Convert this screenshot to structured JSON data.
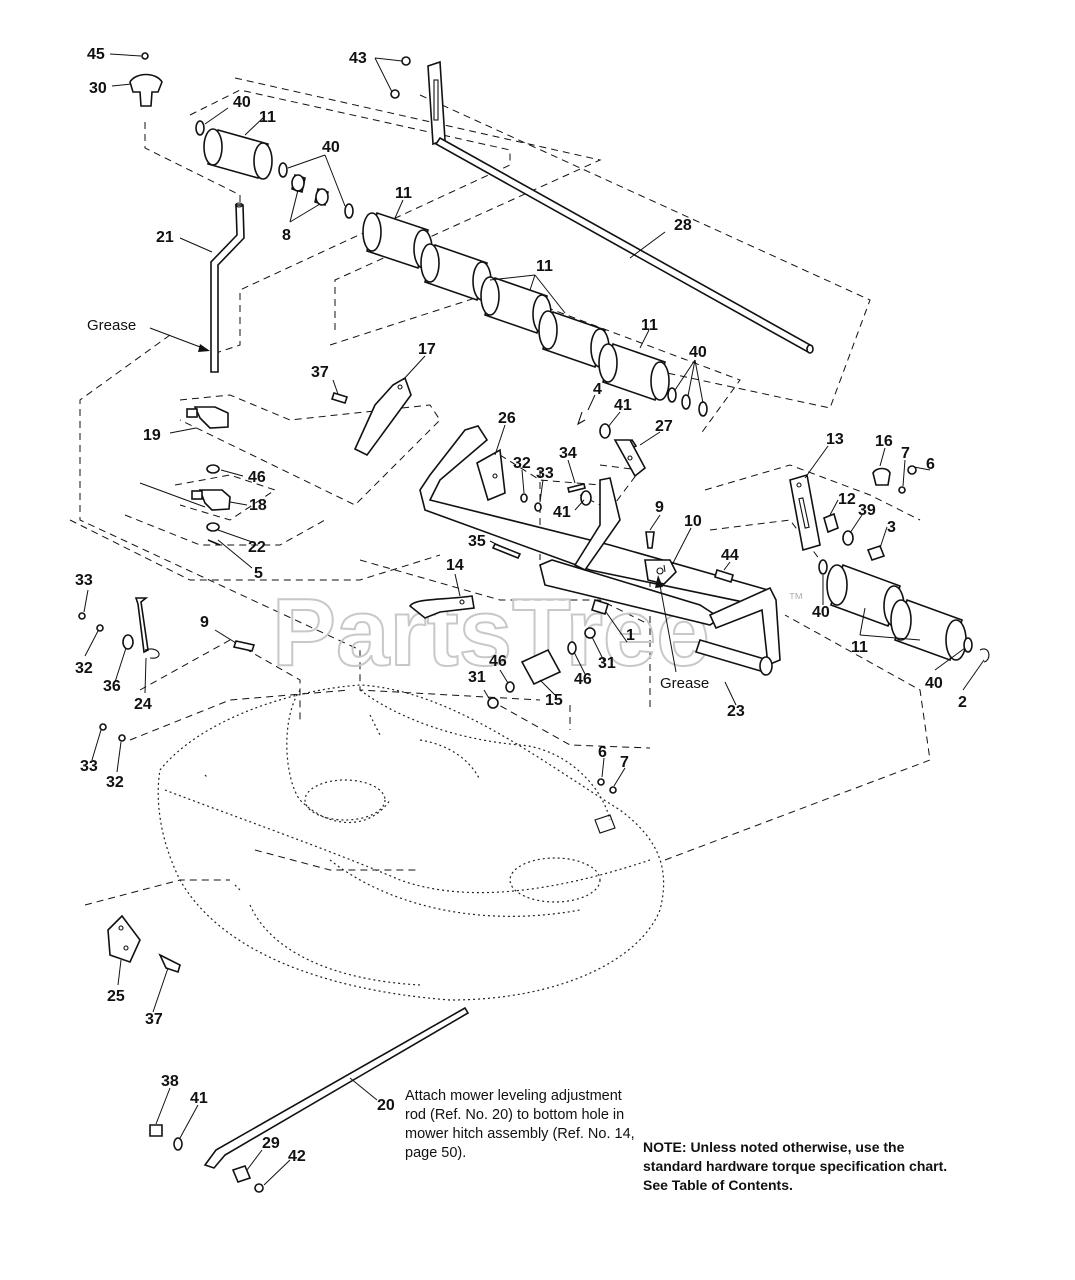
{
  "watermark": "PartsTree",
  "trademark": "™",
  "notes": {
    "rod_attach": "Attach mower leveling adjustment rod (Ref. No. 20) to bottom hole in mower hitch assembly (Ref. No. 14, page 50).",
    "torque": "NOTE: Unless noted otherwise, use the standard hardware torque specification chart. See Table of Contents."
  },
  "callouts": [
    {
      "label": "45"
    },
    {
      "label": "30"
    },
    {
      "label": "43"
    },
    {
      "label": "40"
    },
    {
      "label": "11"
    },
    {
      "label": "40"
    },
    {
      "label": "8"
    },
    {
      "label": "11"
    },
    {
      "label": "28"
    },
    {
      "label": "21"
    },
    {
      "label": "11"
    },
    {
      "label": "Grease"
    },
    {
      "label": "11"
    },
    {
      "label": "40"
    },
    {
      "label": "17"
    },
    {
      "label": "37"
    },
    {
      "label": "4"
    },
    {
      "label": "41"
    },
    {
      "label": "26"
    },
    {
      "label": "27"
    },
    {
      "label": "19"
    },
    {
      "label": "32"
    },
    {
      "label": "33"
    },
    {
      "label": "34"
    },
    {
      "label": "13"
    },
    {
      "label": "16"
    },
    {
      "label": "7"
    },
    {
      "label": "6"
    },
    {
      "label": "46"
    },
    {
      "label": "18"
    },
    {
      "label": "41"
    },
    {
      "label": "9"
    },
    {
      "label": "10"
    },
    {
      "label": "12"
    },
    {
      "label": "39"
    },
    {
      "label": "3"
    },
    {
      "label": "22"
    },
    {
      "label": "35"
    },
    {
      "label": "5"
    },
    {
      "label": "44"
    },
    {
      "label": "14"
    },
    {
      "label": "40"
    },
    {
      "label": "33"
    },
    {
      "label": "9"
    },
    {
      "label": "1"
    },
    {
      "label": "11"
    },
    {
      "label": "32"
    },
    {
      "label": "46"
    },
    {
      "label": "31"
    },
    {
      "label": "40"
    },
    {
      "label": "36"
    },
    {
      "label": "31"
    },
    {
      "label": "46"
    },
    {
      "label": "Grease"
    },
    {
      "label": "2"
    },
    {
      "label": "24"
    },
    {
      "label": "15"
    },
    {
      "label": "23"
    },
    {
      "label": "33"
    },
    {
      "label": "32"
    },
    {
      "label": "6"
    },
    {
      "label": "7"
    },
    {
      "label": "25"
    },
    {
      "label": "37"
    },
    {
      "label": "38"
    },
    {
      "label": "41"
    },
    {
      "label": "20"
    },
    {
      "label": "29"
    },
    {
      "label": "42"
    }
  ]
}
